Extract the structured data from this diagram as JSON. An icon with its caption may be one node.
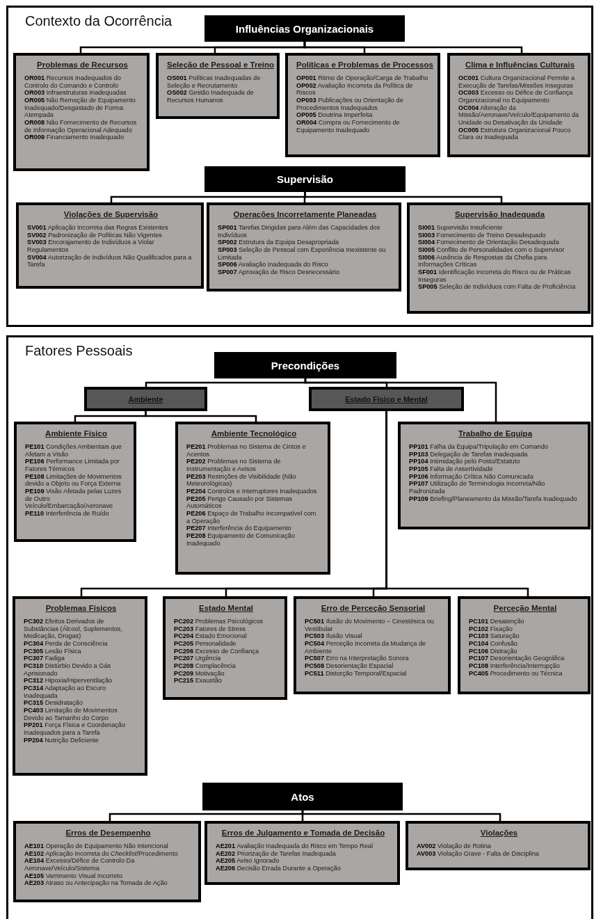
{
  "diagram": {
    "nodes": [
      {
        "text": [
          "Contexto da Ocorrência"
        ]
      },
      {
        "text": [
          "Influências Organizacionais"
        ],
        "in": 0
      },
      {
        "text": [
          "Problemas de Recursos",
          "**OR001** Recursos Inadequados do Controlo do Comando e Controlo",
          "**OR003** Infraestruturas Inadequadas",
          "**OR005** Não Remoção de Equipamento Inadequado/Desgastado de Forma Atempada",
          "**OR008** Não Fornecimento de Recursos de Informação Operacional Adequado",
          "**OR009** Financiamento Inadequado"
        ],
        "in": 0
      },
      {
        "text": [
          "Seleção de Pessoal e Treino",
          "**OS001** Políticas Inadequadas de Seleção e Recrutamento",
          "**OS002** Gestão Inadequada de Recursos Humanos"
        ],
        "in": 0
      },
      {
        "text": [
          "Políticas e Problemas de Processos",
          "**OP001** Ritmo de Operação/Carga de Trabalho",
          "**OP002** Avaliação Incorreta da Política de Riscos",
          "**OP003** Publicações ou Orientação de Procedimentos Inadequados",
          "**OP005** Doutrina Imperfeita",
          "**OR004** Compra ou Fornecimento de Equipamento Inadequado"
        ],
        "in": 0
      },
      {
        "text": [
          "Clima e Influências Culturais",
          "**OC001** Cultura Organizacional Permite a Execução de Tarefas/Missões Inseguras",
          "**OC003** Excesso ou Défice de Confiança Organizacional no Equipamento",
          "**OC004** Alteração da Missão/Aeronave/Veículo/Equipamento da Unidade ou Desativação da Unidade",
          "**OC005** Estrutura Organizacional Pouco Clara ou Inadequada"
        ],
        "in": 0
      },
      {
        "text": [
          "Supervisão"
        ],
        "in": 0
      },
      {
        "text": [
          "Violações de Supervisão",
          "**SV001** Aplicação Incorreta das Regras Existentes",
          "**SV002** Padronização de Políticas Não Vigentes",
          "**SV003** Encorajamento de Indivíduos a Violar Regulamentos",
          "**SV004** Autorização de Indivíduos Não Qualificados para a Tarefa"
        ],
        "in": 0
      },
      {
        "text": [
          "Operações Incorretamente Planeadas",
          "**SP001** Tarefas Dirigidas para Além das Capacidades dos Indivíduos",
          "**SP002** Estrutura da Equipa Desapropriada",
          "**SP003** Seleção de Pessoal com Experiência Inexistente ou Limitada",
          "**SP006** Avaliação Inadequada do Risco",
          "**SP007** Aprovação de Risco Desnecessário"
        ],
        "in": 0
      },
      {
        "text": [
          "Supervisão Inadequada",
          "**SI001** Supervisão Insuficiente",
          "**SI003** Fornecimento de Treino Desadequado",
          "**SI004** Fornecimento de Orientação Desadequada",
          "**SI005** Conflito de Personalidades com o Supervisor",
          "**SI006** Ausência de Respostas da Chefia para Informações Críticas",
          "**SF001** Identificação Incorreta do Risco ou de Práticas Inseguras",
          "**SP005** Seleção de Indivíduos com Falta de Proficiência"
        ],
        "in": 0
      },
      {
        "text": [
          "Fatores Pessoais"
        ]
      },
      {
        "text": [
          "Precondições"
        ],
        "in": 10
      },
      {
        "text": [
          "Ambiente"
        ],
        "in": 10
      },
      {
        "text": [
          "Estado Físico e Mental"
        ],
        "in": 10
      },
      {
        "text": [
          "Ambiente Físico",
          "**PE101** Condições Ambientais que Afetam a Visão",
          "**PE106** Performance Limitada por Fatores Térmicos",
          "**PE108** Limitações de Movimentos devido a Objeto ou Força Externa",
          "**PE109** Visão Afetada pelas Luzes de Outro Veículo/Embarcação/Aeronave",
          "**PE110** Interferência de Ruído"
        ],
        "in": 10
      },
      {
        "text": [
          "Ambiente Tecnológico",
          "**PE201** Problemas no Sistema de Cintos e Acentos",
          "**PE202** Problemas no Sistema de Instrumentação e Avisos",
          "**PE203** Restrições de Visibilidade (Não Meteorológicas)",
          "**PE204** Controlos e Interruptores Inadequados",
          "**PE205** Perigo Causado por Sistemas Automáticos",
          "**PE206** Espaço de Trabalho Incompatível com a Operação",
          "**PE207** Interferência do Equipamento",
          "**PE208** Equipamento de Comunicação Inadequado"
        ],
        "in": 10
      },
      {
        "text": [
          "Trabalho de Equipa",
          "**PP101** Falha da Equipa/Tripulação em Comando",
          "**PP103** Delegação de Tarefas Inadequada",
          "**PP104** Intimidação pelo Posto/Estatuto",
          "**PP105** Falta de Assertividade",
          "**PP106** Informação Crítica Não Comunicada",
          "**PP107** Utilização de Terminologia Incorreta/Não Padronizada",
          "**PP109** Briefing/Planeamento da Missão/Tarefa Inadequado"
        ],
        "in": 10
      },
      {
        "text": [
          "Problemas Físicos",
          "**PC302** Efeitos Derivados de Substâncias (Álcool, Suplementos, Medicação, Drogas)",
          "**PC304** Perda de Consciência",
          "**PC305** Lesão Física",
          "**PC307** Fadiga",
          "**PC310** Distúrbio Devido a Gás Aprisionado",
          "**PC312** Hipoxia/Hiperventilação",
          "**PC314** Adaptação ao Escuro Inadequada",
          "**PC315** Desidratação",
          "**PC403** Limitação de Movimentos Devido ao Tamanho do Corpo",
          "**PP201** Força Física e Coordenação Inadequados para a Tarefa",
          "**PP204** Nutrição Deficiente"
        ],
        "in": 10
      },
      {
        "text": [
          "Estado Mental",
          "**PC202** Problemas Psicológicos",
          "**PC203** Fatores de Stress",
          "**PC204** Estado Emocional",
          "**PC205** Personalidade",
          "**PC206** Excesso de Confiança",
          "**PC207** Urgência",
          "**PC208** Complacência",
          "**PC209** Motivação",
          "**PC215** Exaustão"
        ],
        "in": 10
      },
      {
        "text": [
          "Erro de Perceção Sensorial",
          "**PC501** Ilusão do Movimento – Cinestésica ou Vestibular",
          "**PC503** Ilusão Visual",
          "**PC504** Perceção Incorreta da Mudança de Ambiente",
          "**PC507** Erro na Interpretação Sonora",
          "**PC508** Desorientação Espacial",
          "**PC511** Distorção Temporal/Espacial"
        ],
        "in": 10
      },
      {
        "text": [
          "Perceção Mental",
          "**PC101** Desatenção",
          "**PC102** Fixação",
          "**PC103** Saturação",
          "**PC104** Confusão",
          "**PC106** Distração",
          "**PC107** Desorientação Geográfica",
          "**PC108** Interferência/Interrupção",
          "**PC405** Procedimento ou Técnica"
        ],
        "in": 10
      },
      {
        "text": [
          "Atos"
        ],
        "in": 10
      },
      {
        "text": [
          "Erros de Desempenho",
          "**AE101** Operação de Equipamento Não Intencional",
          "**AE102** Aplicação Incorreta do *Checklist*/Procedimento",
          "**AE104** Excesso/Défice de Controlo Da Aeronave/Veículo/Sistema",
          "**AE105** Varrimento Visual Incorreto",
          "**AE203** Atraso ou Antecipação na Tomada de Ação"
        ],
        "in": 10
      },
      {
        "text": [
          "Erros de Julgamento e Tomada de Decisão",
          "**AE201** Avaliação Inadequada do Risco em Tempo Real",
          "**AE202** Priorização de Tarefas Inadequada",
          "**AE205** Aviso Ignorado",
          "**AE206** Decisão Errada Durante a Operação"
        ],
        "in": 10
      },
      {
        "text": [
          "Violações",
          "**AV002** Violação de Rotina",
          "**AV003** Violação Grave - Falta de Disciplina"
        ],
        "in": 10
      }
    ],
    "edges": [
      {
        "from": 1,
        "to": 2,
        "arrow": "none"
      },
      {
        "from": 1,
        "to": 3,
        "arrow": "none"
      },
      {
        "from": 1,
        "to": 4,
        "arrow": "none"
      },
      {
        "from": 1,
        "to": 5,
        "arrow": "none"
      },
      {
        "from": 6,
        "to": 7,
        "arrow": "none"
      },
      {
        "from": 6,
        "to": 8,
        "arrow": "none"
      },
      {
        "from": 6,
        "to": 9,
        "arrow": "none"
      },
      {
        "from": 11,
        "to": 12,
        "arrow": "none"
      },
      {
        "from": 11,
        "to": 13,
        "arrow": "none"
      },
      {
        "from": 11,
        "to": 16,
        "arrow": "none"
      },
      {
        "from": 12,
        "to": 14,
        "arrow": "none"
      },
      {
        "from": 12,
        "to": 15,
        "arrow": "none"
      },
      {
        "from": 13,
        "to": 17,
        "arrow": "none"
      },
      {
        "from": 13,
        "to": 18,
        "arrow": "none"
      },
      {
        "from": 13,
        "to": 19,
        "arrow": "none"
      },
      {
        "from": 13,
        "to": 20,
        "arrow": "none"
      },
      {
        "from": 21,
        "to": 22,
        "arrow": "none"
      },
      {
        "from": 21,
        "to": 23,
        "arrow": "none"
      },
      {
        "from": 21,
        "to": 24,
        "arrow": "none"
      }
    ]
  }
}
